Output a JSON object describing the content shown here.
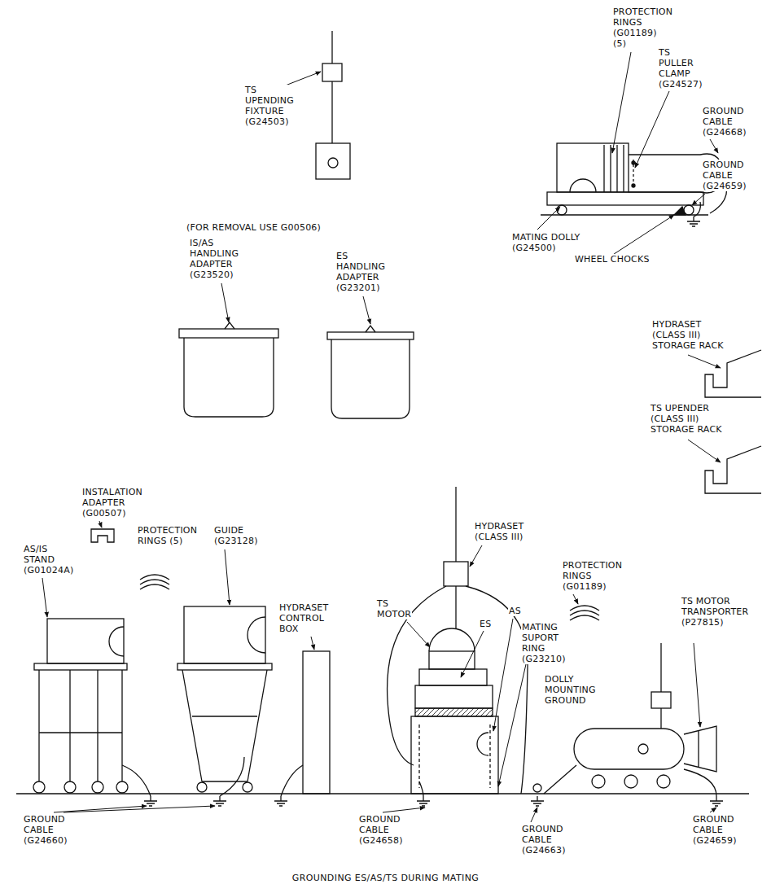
{
  "diagram": {
    "caption": "GROUNDING ES/AS/TS DURING MATING",
    "labels": [
      "PROTECTION RINGS (G01189) (5)",
      "TS PULLER CLAMP (G24527)",
      "GROUND CABLE (G24668)",
      "GROUND CABLE (G24659)",
      "MATING DOLLY (G24500)",
      "WHEEL CHOCKS",
      "TS UPENDING FIXTURE (G24503)",
      "(FOR REMOVAL USE G00506)",
      "IS/AS HANDLING ADAPTER (G23520)",
      "ES HANDLING ADAPTER (G23201)",
      "HYDRASET (CLASS III) STORAGE RACK",
      "TS UPENDER (CLASS III) STORAGE RACK",
      "HYDRASET (CLASS III)",
      "INSTALATION ADAPTER (G00507)",
      "AS/IS STAND (G01024A)",
      "PROTECTION RINGS (5)",
      "GUIDE (G23128)",
      "HYDRASET CONTROL BOX",
      "TS MOTOR",
      "ES",
      "AS",
      "MATING SUPORT RING (G23210)",
      "PROTECTION RINGS (G01189)",
      "TS MOTOR TRANSPORTER (P27815)",
      "DOLLY MOUNTING GROUND",
      "GROUND CABLE (G24660)",
      "GROUND CABLE (G24658)",
      "GROUND CABLE (G24663)",
      "GROUND CABLE (G24659)"
    ]
  }
}
